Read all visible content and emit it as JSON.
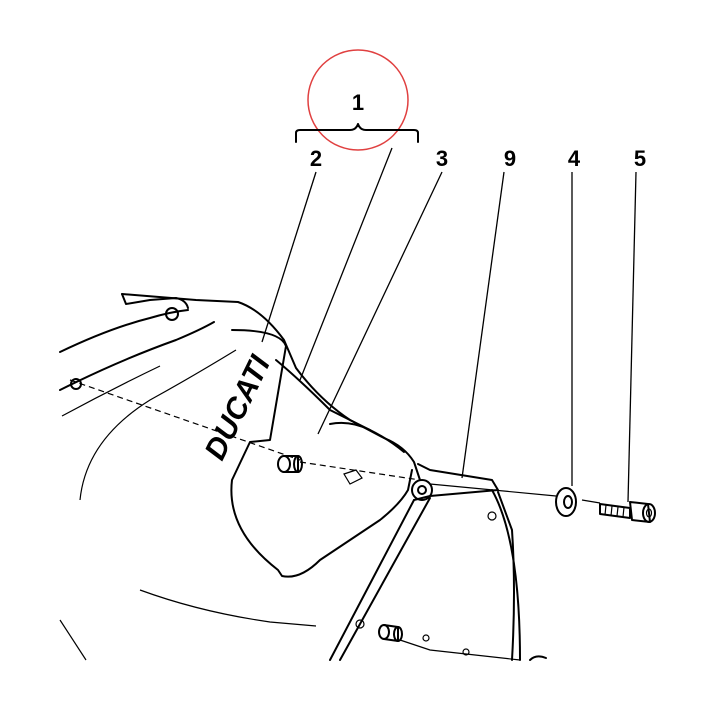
{
  "callouts": {
    "c1": "1",
    "c2": "2",
    "c3": "3",
    "c9": "9",
    "c4": "4",
    "c5": "5"
  },
  "logo_text": "DUCATI",
  "highlight_color": "#e04040"
}
